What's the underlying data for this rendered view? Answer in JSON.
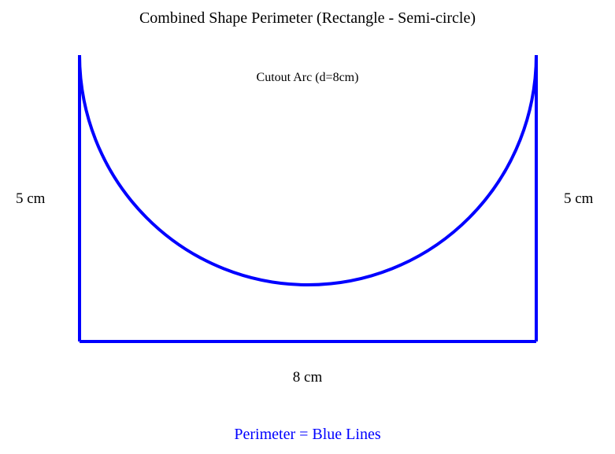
{
  "title": "Combined Shape Perimeter (Rectangle - Semi-circle)",
  "arc_label": "Cutout Arc (d=8cm)",
  "left_dimension": "5 cm",
  "right_dimension": "5 cm",
  "bottom_dimension": "8 cm",
  "footer": "Perimeter = Blue Lines",
  "colors": {
    "perimeter": "#0000ff",
    "text": "#000000"
  },
  "shape": {
    "width_cm": 8,
    "height_cm": 5,
    "cutout_diameter_cm": 8
  }
}
